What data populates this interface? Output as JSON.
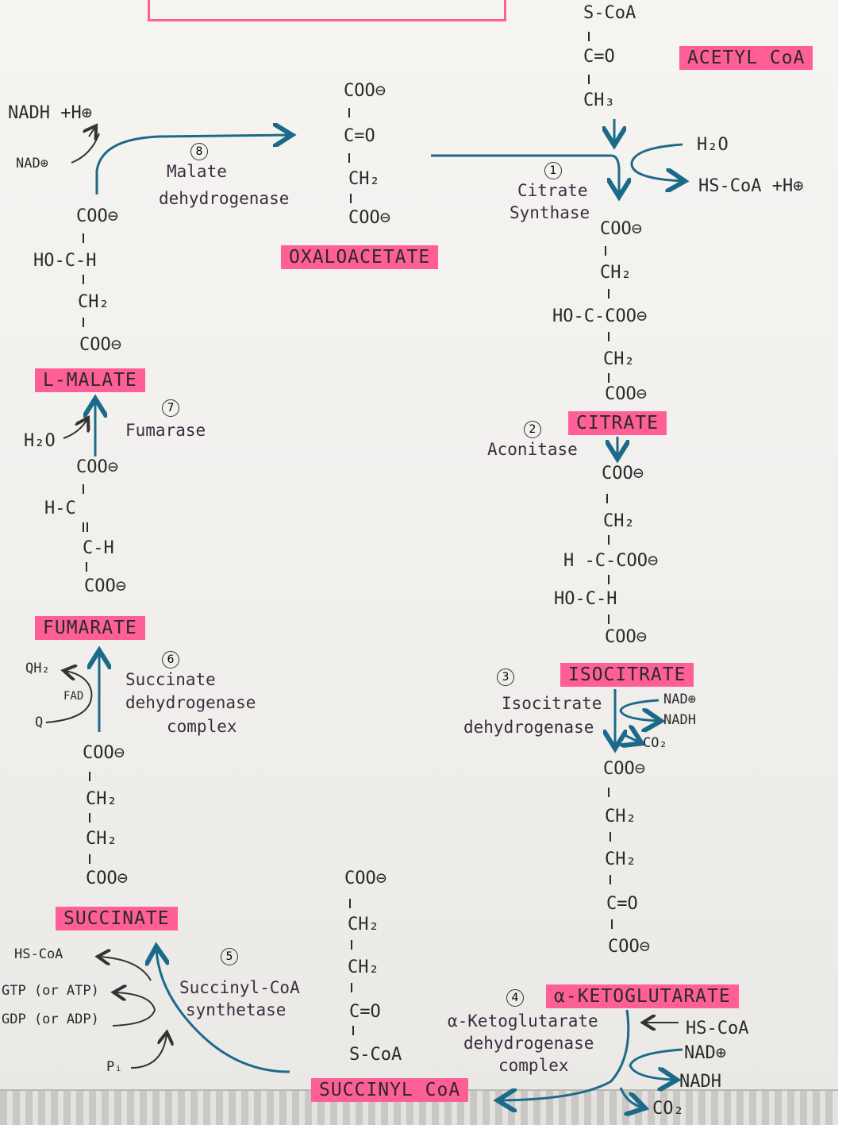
{
  "labels": {
    "acetyl_coa": "ACETYL CoA",
    "oxaloacetate": "OXALOACETATE",
    "l_malate": "L-MALATE",
    "fumarate": "FUMARATE",
    "succinate": "SUCCINATE",
    "succinyl_coa": "SUCCINYL CoA",
    "citrate": "CITRATE",
    "isocitrate": "ISOCITRATE",
    "a_ketoglutarate": "α-KETOGLUTARATE"
  },
  "steps": {
    "s1": {
      "num": "1",
      "enzyme1": "Citrate",
      "enzyme2": "Synthase"
    },
    "s2": {
      "num": "2",
      "enzyme1": "Aconitase"
    },
    "s3": {
      "num": "3",
      "enzyme1": "Isocitrate",
      "enzyme2": "dehydrogenase"
    },
    "s4": {
      "num": "4",
      "enzyme1": "α-Ketoglutarate",
      "enzyme2": "dehydrogenase",
      "enzyme3": "complex"
    },
    "s5": {
      "num": "5",
      "enzyme1": "Succinyl-CoA",
      "enzyme2": "synthetase"
    },
    "s6": {
      "num": "6",
      "enzyme1": "Succinate",
      "enzyme2": "dehydrogenase",
      "enzyme3": "complex"
    },
    "s7": {
      "num": "7",
      "enzyme1": "Fumarase"
    },
    "s8": {
      "num": "8",
      "enzyme1": "Malate",
      "enzyme2": "dehydrogenase"
    }
  },
  "cofactors": {
    "h2o_top": "H₂O",
    "hscoa_h": "HS-CoA +H⊕",
    "nadh_h": "NADH +H⊕",
    "nad_top": "NAD⊕",
    "h2o_left": "H₂O",
    "qh2": "QH₂",
    "fad": "FAD",
    "q": "Q",
    "hscoa_left": "HS-CoA",
    "gtp": "GTP (or ATP)",
    "gdp": "GDP (or ADP)",
    "pi": "Pᵢ",
    "nad_iso": "NAD⊕",
    "nadh_iso": "NADH",
    "co2_iso": "CO₂",
    "hscoa_akg": "HS-CoA",
    "nad_akg": "NAD⊕",
    "nadh_akg": "NADH",
    "co2_akg": "CO₂"
  },
  "structures": {
    "acetyl_coa": [
      "S-CoA",
      "C=O",
      "CH₃"
    ],
    "oxaloacetate": [
      "COO⊖",
      "C=O",
      "CH₂",
      "COO⊖"
    ],
    "citrate": [
      "COO⊖",
      "CH₂",
      "HO-C-COO⊖",
      "CH₂",
      "COO⊖"
    ],
    "isocitrate": [
      "COO⊖",
      "CH₂",
      "H -C-COO⊖",
      "HO-C-H",
      "COO⊖"
    ],
    "a_ketoglutarate": [
      "COO⊖",
      "CH₂",
      "CH₂",
      "C=O",
      "COO⊖"
    ],
    "succinyl_coa": [
      "COO⊖",
      "CH₂",
      "CH₂",
      "C=O",
      "S-CoA"
    ],
    "succinate": [
      "COO⊖",
      "CH₂",
      "CH₂",
      "COO⊖"
    ],
    "fumarate": [
      "COO⊖",
      "H-C",
      "C-H",
      "COO⊖"
    ],
    "l_malate": [
      "COO⊖",
      "HO-C-H",
      "CH₂",
      "COO⊖"
    ]
  }
}
